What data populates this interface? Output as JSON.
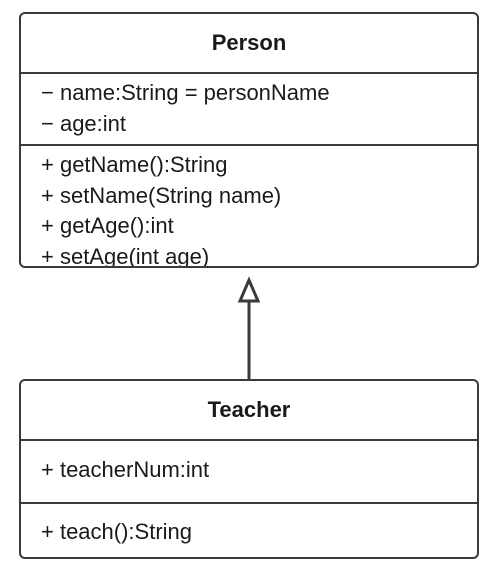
{
  "classes": {
    "person": {
      "name": "Person",
      "attributes": [
        "− name:String = personName",
        "− age:int"
      ],
      "methods": [
        "+ getName():String",
        "+ setName(String name)",
        "+ getAge():int",
        "+ setAge(int age)"
      ]
    },
    "teacher": {
      "name": "Teacher",
      "attributes": [
        "+ teacherNum:int"
      ],
      "methods": [
        "+ teach():String"
      ]
    }
  },
  "relationship": {
    "type": "generalization",
    "from": "Teacher",
    "to": "Person"
  }
}
